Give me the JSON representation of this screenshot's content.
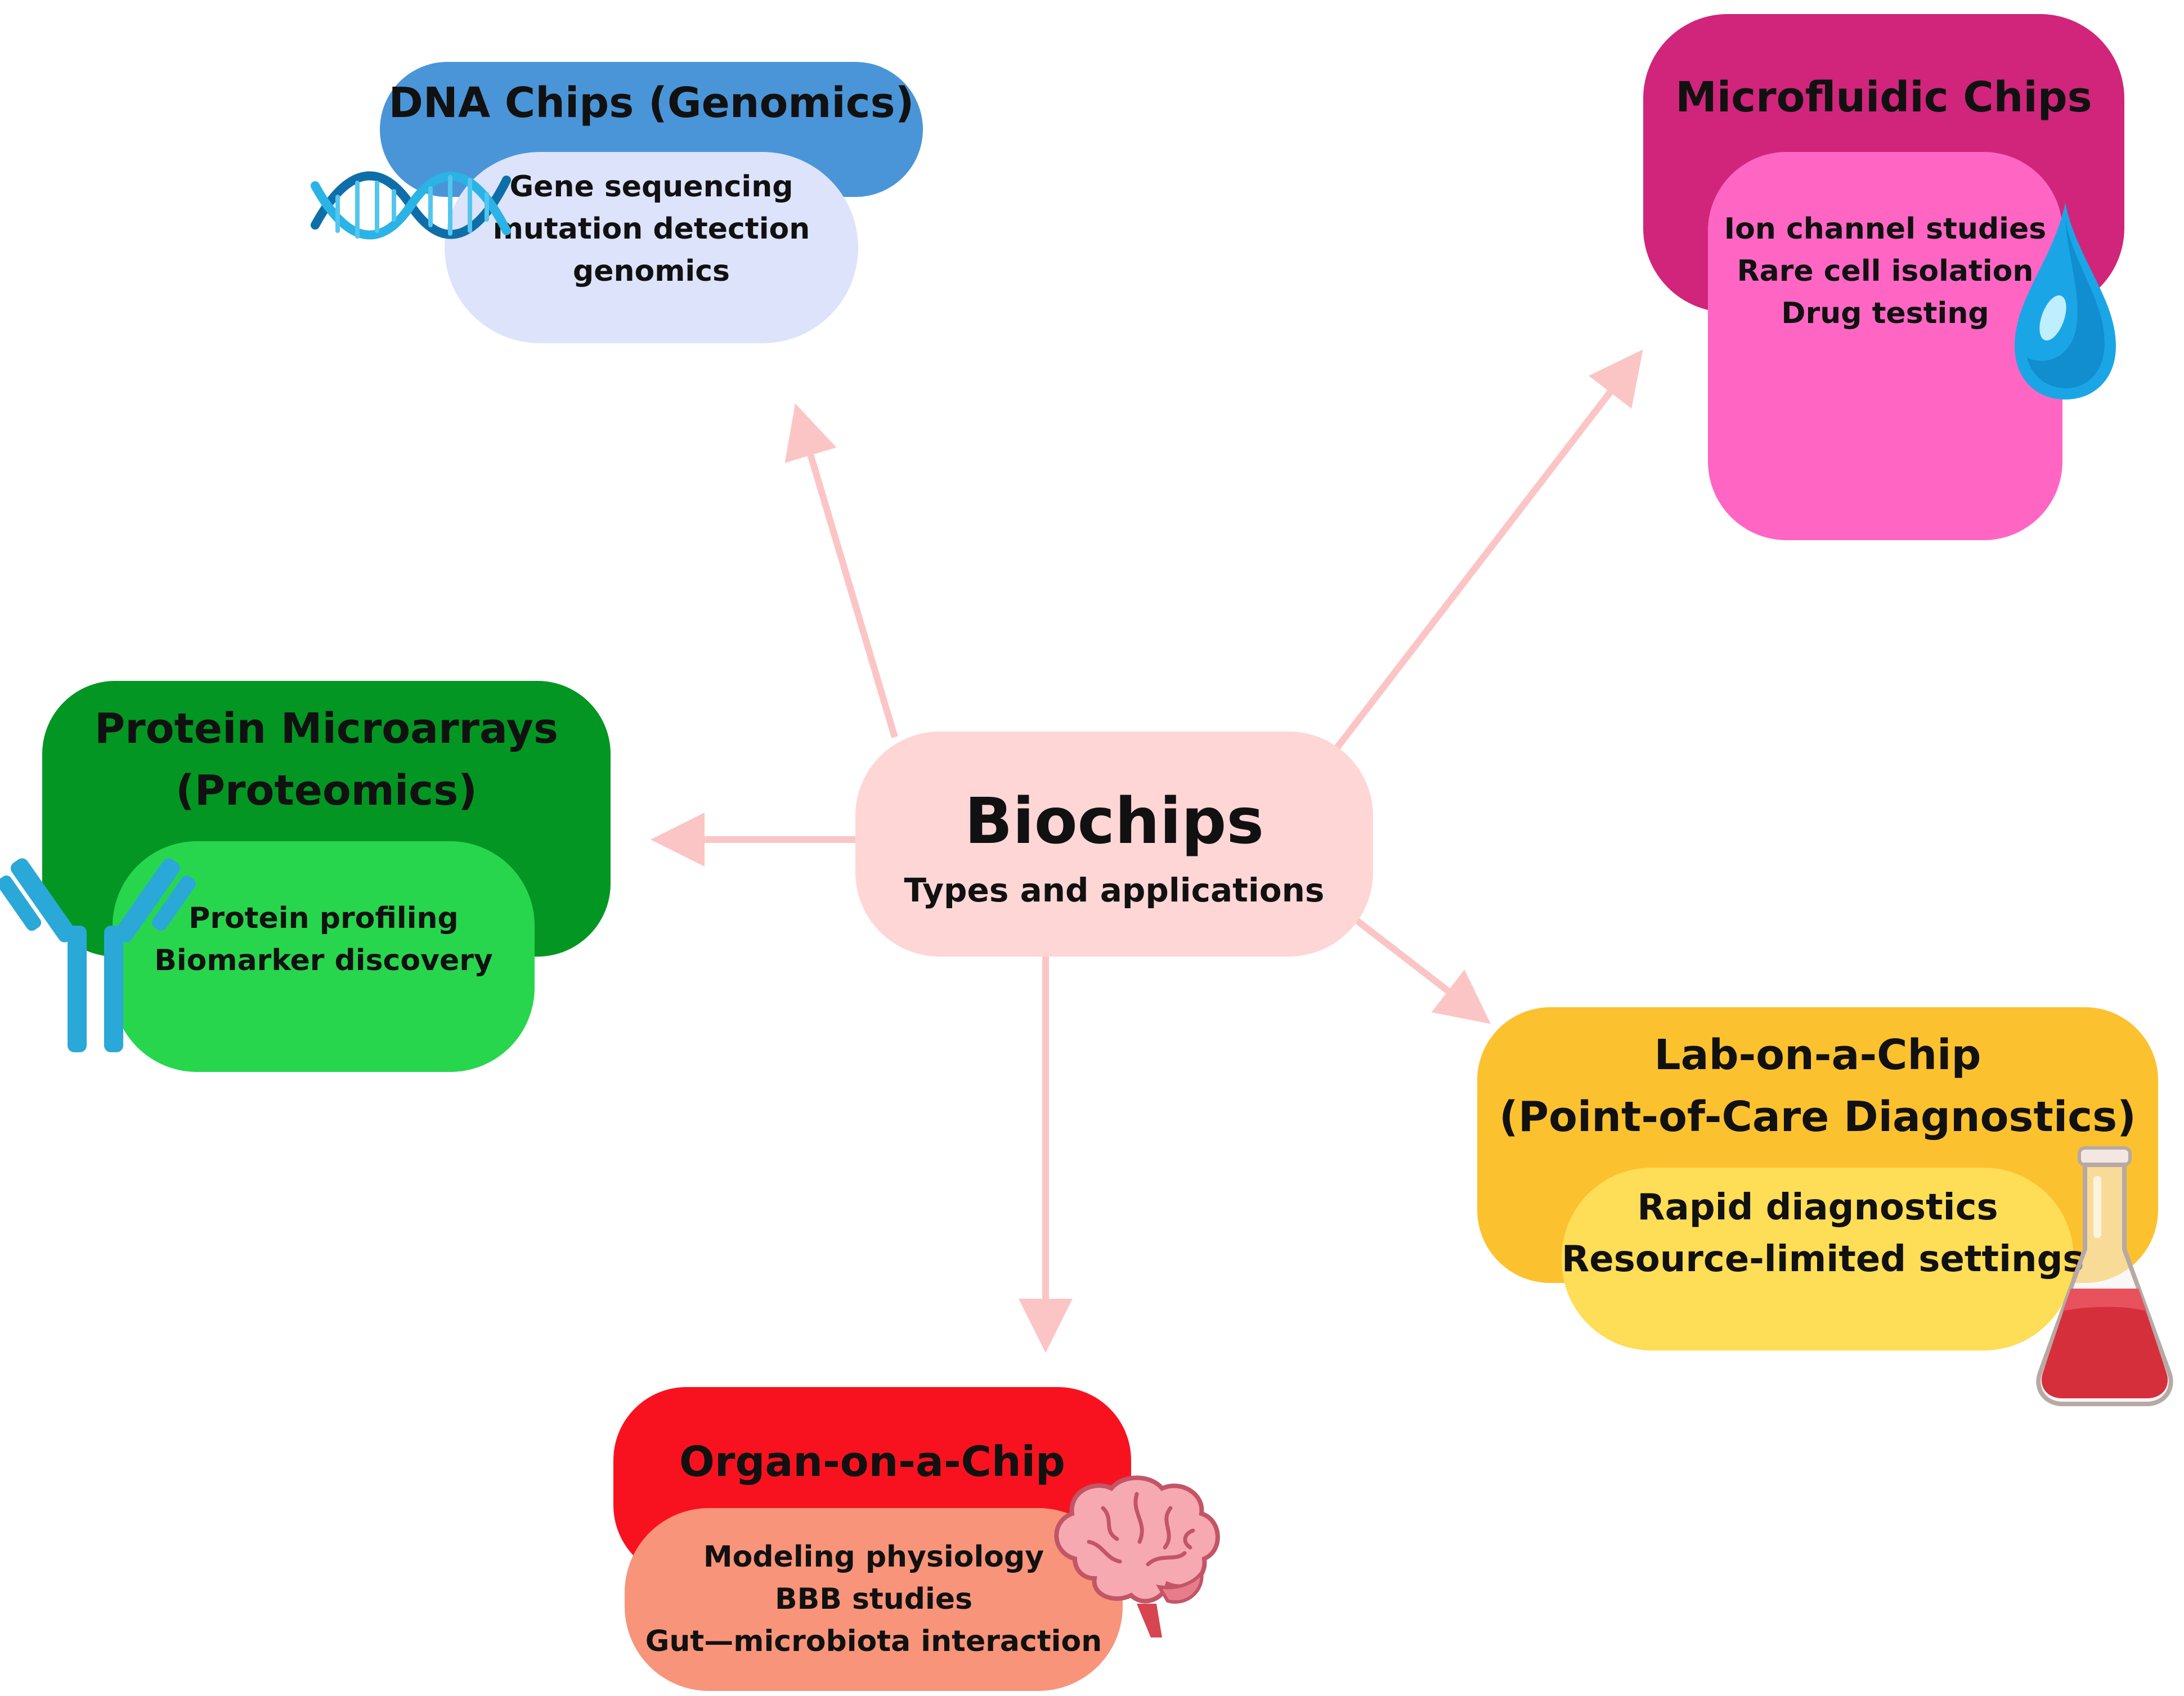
{
  "center": {
    "title": "Biochips",
    "subtitle": "Types and applications"
  },
  "nodes": {
    "dna": {
      "title": "DNA Chips (Genomics)",
      "items": [
        "Gene sequencing",
        "mutation detection",
        "genomics"
      ],
      "icon": "dna-helix-icon",
      "colors": {
        "outer": "#4a95d8",
        "inner": "#dce3fb"
      }
    },
    "microfluidic": {
      "title": "Microfluidic Chips",
      "items": [
        "Ion channel studies",
        "Rare cell isolation",
        "Drug testing"
      ],
      "icon": "water-drop-icon",
      "colors": {
        "outer": "#d0257a",
        "inner": "#ff66c4"
      }
    },
    "protein": {
      "title_lines": [
        "Protein Microarrays",
        "(Proteomics)"
      ],
      "items": [
        "Protein profiling",
        "Biomarker discovery"
      ],
      "icon": "antibody-icon",
      "colors": {
        "outer": "#039623",
        "inner": "#28d64e"
      }
    },
    "lab": {
      "title_lines": [
        "Lab-on-a-Chip",
        "(Point-of-Care Diagnostics)"
      ],
      "items": [
        "Rapid diagnostics",
        "Resource-limited settings"
      ],
      "icon": "flask-icon",
      "colors": {
        "outer": "#fcc12e",
        "inner": "#fedd57"
      }
    },
    "organ": {
      "title": "Organ-on-a-Chip",
      "items": [
        "Modeling physiology",
        "BBB studies",
        "Gut—microbiota interaction"
      ],
      "icon": "brain-icon",
      "colors": {
        "outer": "#f8121f",
        "inner": "#f8947a"
      }
    }
  },
  "colors": {
    "center": "#fed6d6",
    "arrow": "#fcc5c5"
  }
}
